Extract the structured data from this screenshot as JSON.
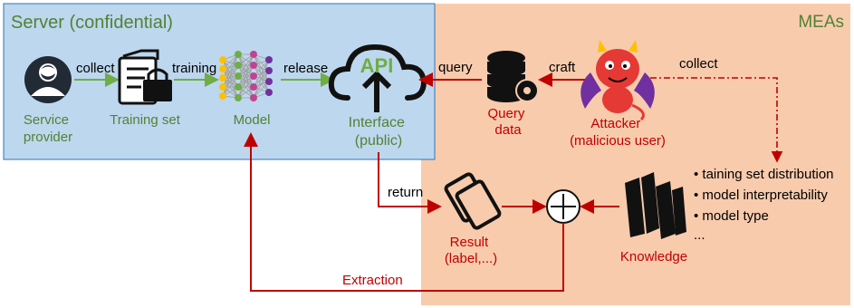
{
  "server": {
    "title": "Server (confidential)",
    "service_provider": [
      "Service",
      "provider"
    ],
    "collect": "collect",
    "training_set": "Training set",
    "training": "training",
    "model": "Model",
    "release": "release"
  },
  "interface": {
    "api": "API",
    "line1": "Interface",
    "line2": "(public)"
  },
  "meas": {
    "title": "MEAs",
    "query": "query",
    "query_data": [
      "Query",
      "data"
    ],
    "craft": "craft",
    "attacker": [
      "Attacker",
      "(malicious user)"
    ],
    "collect": "collect",
    "return": "return",
    "result": [
      "Result",
      "(label,...)"
    ],
    "knowledge": "Knowledge",
    "knowledge_items": [
      "• taining set distribution",
      "• model interpretability",
      "• model type",
      "..."
    ],
    "extraction": "Extraction"
  },
  "colors": {
    "server_bg": "#bdd7ee",
    "meas_bg": "#f8cbad",
    "green_text": "#538135",
    "red_text": "#c00000",
    "green_arrow": "#70ad47",
    "red_arrow": "#c00000"
  },
  "icons": [
    "user-icon",
    "locked-document-icon",
    "neural-network-icon",
    "cloud-upload-icon",
    "database-gear-icon",
    "devil-icon",
    "cards-icon",
    "plus-circle-icon",
    "books-icon"
  ]
}
